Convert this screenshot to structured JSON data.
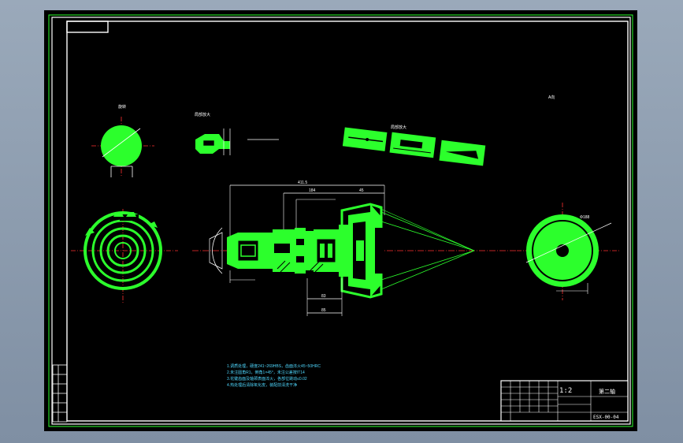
{
  "drawing": {
    "title_block": {
      "ratio": "1:2",
      "part_name": "第二轴",
      "drawing_no": "ESX-00-04"
    },
    "labels": {
      "rotated_view": "旋转",
      "section_view": "局部放大",
      "detail_view": "局部放大",
      "right_view": "A向"
    },
    "dimensions": {
      "overall": "411.5",
      "upper_1": "184",
      "upper_2": "45",
      "right_dia": "Φ188",
      "lower_1": "83",
      "lower_2": "85"
    },
    "notes": [
      "1.调质处理，硬度241~269HBS，齿面淬火45~50HRC",
      "2.未注圆角R1，倒角1×45°，未注公差按IT14",
      "3.花键齿面及轴颈表面淬火，各部位跳动≤0.02",
      "4.热处理后清除氧化皮，装配前清洗干净"
    ],
    "colors": {
      "green": "#2cff2c",
      "white": "#ffffff",
      "red": "#ff3030",
      "cyan": "#4fd8ff"
    }
  }
}
